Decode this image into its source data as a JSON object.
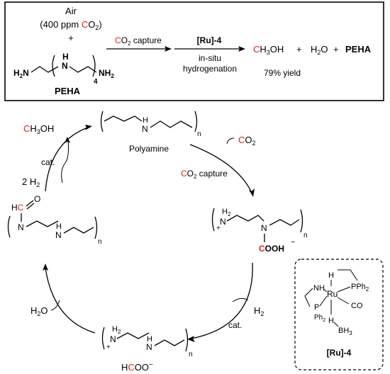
{
  "top_box": {
    "air_line1": "Air",
    "air_line2_prefix": "(400 ppm ",
    "air_c": "C",
    "air_o2": "O",
    "air_sub": "2",
    "air_close": ")",
    "plus": "+",
    "pe_h2n": "H",
    "pe_h2n_sub": "2",
    "pe_n": "N",
    "pe_nh": "N",
    "pe_h": "H",
    "pe_nh2": "NH",
    "pe_nh2_sub": "2",
    "pe_count": "4",
    "peha_label": "PEHA",
    "arrow1_label_c": "C",
    "arrow1_label_rest": "O",
    "arrow1_label_sub": "2",
    "arrow1_label_tail": " capture",
    "catalyst": "[Ru]-4",
    "in_situ": "in-situ",
    "hydrogenation": "hydrogenation",
    "product_c": "C",
    "product_rest": "H",
    "product_sub": "3",
    "product_oh": "OH",
    "plus2": "+",
    "water": "H",
    "water_sub": "2",
    "water_o": "O",
    "plus3": "+",
    "peha2": "PEHA",
    "yield": "79% yield"
  },
  "cycle": {
    "polyamine_label": "Polyamine",
    "co2_c": "C",
    "co2_o": "O",
    "co2_sub": "2",
    "co2_capture_c": "C",
    "co2_capture_o": "O",
    "co2_capture_sub": "2",
    "co2_capture_tail": " capture",
    "h2": "H",
    "h2_sub": "2",
    "cat_right": "cat.",
    "hcoo_h": "H",
    "hcoo_c": "C",
    "hcoo_oo": "OO",
    "hcoo_charge": "−",
    "water_h": "H",
    "water_sub": "2",
    "water_o": "O",
    "two_h2": "2 H",
    "two_h2_sub": "2",
    "cat_left": "cat.",
    "methanol_c": "C",
    "methanol_h": "H",
    "methanol_sub": "3",
    "methanol_oh": "OH",
    "n_label": "n",
    "carbamate_c": "C",
    "carbamate_ooh": "OOH",
    "minus": "−",
    "plus": "+",
    "n_atom": "N",
    "h_atom": "H",
    "h2_label": "H",
    "h2_label_sub": "2",
    "formamide_h": "H",
    "formamide_c": "C",
    "formamide_o": "O"
  },
  "ru_complex": {
    "label": "[Ru]-4",
    "nh": "NH",
    "ru": "Ru",
    "h_top": "H",
    "pph2_right": "PPh",
    "pph2_right_sub": "2",
    "p_left": "P",
    "ph2": "Ph",
    "ph2_sub": "2",
    "co": "CO",
    "h_bottom": "H",
    "bh3": "BH",
    "bh3_sub": "3"
  }
}
